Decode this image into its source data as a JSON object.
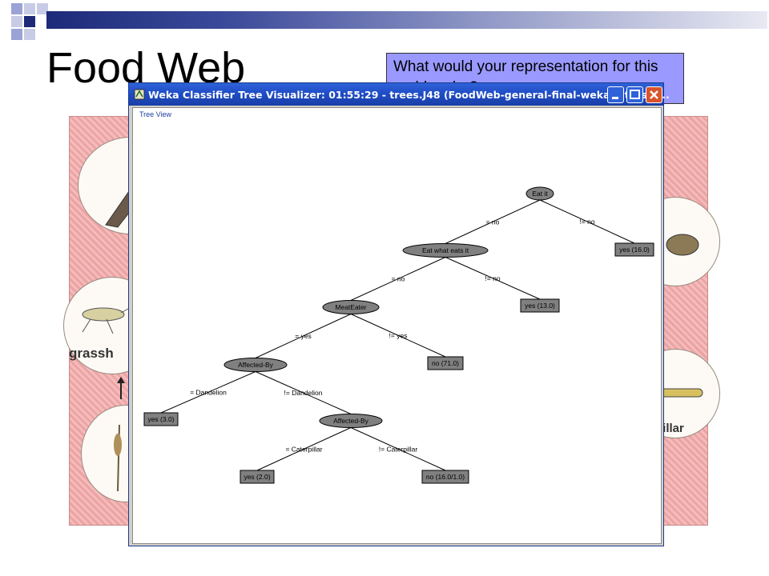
{
  "slide": {
    "title": "Food Web",
    "question": "What would your representation for this problem be?",
    "captions": {
      "grasshopper": "grassh",
      "caterpillar": "pillar"
    }
  },
  "window": {
    "title": "Weka Classifier Tree Visualizer: 01:55:29 - trees.J48 (FoodWeb-general-final-weka.filters.u...",
    "panel_label": "Tree View",
    "title_color": "#1e4bc4"
  },
  "tree": {
    "nodes": [
      {
        "id": "eat-it",
        "label": "Eat it",
        "type": "decision"
      },
      {
        "id": "eat-what-eats-it",
        "label": "Eat what eats it",
        "type": "decision"
      },
      {
        "id": "meateater",
        "label": "MeatEater",
        "type": "decision"
      },
      {
        "id": "affected-by-1",
        "label": "Affected-By",
        "type": "decision"
      },
      {
        "id": "affected-by-2",
        "label": "Affected-By",
        "type": "decision"
      },
      {
        "id": "leaf-yes-16",
        "label": "yes (16.0)",
        "type": "leaf"
      },
      {
        "id": "leaf-yes-13",
        "label": "yes (13.0)",
        "type": "leaf"
      },
      {
        "id": "leaf-no-71",
        "label": "no (71.0)",
        "type": "leaf"
      },
      {
        "id": "leaf-yes-3",
        "label": "yes (3.0)",
        "type": "leaf"
      },
      {
        "id": "leaf-yes-2",
        "label": "yes (2.0)",
        "type": "leaf"
      },
      {
        "id": "leaf-no-16-1",
        "label": "no (16.0/1.0)",
        "type": "leaf"
      }
    ],
    "edges": [
      {
        "from": "eat-it",
        "to": "eat-what-eats-it",
        "label": "= no"
      },
      {
        "from": "eat-it",
        "to": "leaf-yes-16",
        "label": "!= no"
      },
      {
        "from": "eat-what-eats-it",
        "to": "meateater",
        "label": "= no"
      },
      {
        "from": "eat-what-eats-it",
        "to": "leaf-yes-13",
        "label": "!= no"
      },
      {
        "from": "meateater",
        "to": "affected-by-1",
        "label": "= yes"
      },
      {
        "from": "meateater",
        "to": "leaf-no-71",
        "label": "!= yes"
      },
      {
        "from": "affected-by-1",
        "to": "leaf-yes-3",
        "label": "= Dandelion"
      },
      {
        "from": "affected-by-1",
        "to": "affected-by-2",
        "label": "!= Dandelion"
      },
      {
        "from": "affected-by-2",
        "to": "leaf-yes-2",
        "label": "= Caterpillar"
      },
      {
        "from": "affected-by-2",
        "to": "leaf-no-16-1",
        "label": "!= Caterpillar"
      }
    ]
  },
  "colors": {
    "node_fill": "#808080",
    "question_bg": "#9999ff",
    "foodweb_bg": "#eda3a3"
  }
}
